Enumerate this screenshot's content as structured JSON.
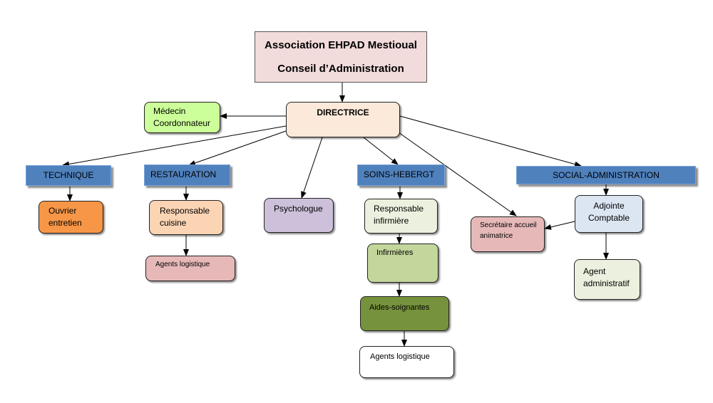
{
  "title": {
    "line1": "Association EHPAD Mestioual",
    "line2": "Conseil d’Administration"
  },
  "nodes": {
    "directrice": "DIRECTRICE",
    "medecin": "Médecin\nCoordonnateur",
    "technique": "TECHNIQUE",
    "restauration": "RESTAURATION",
    "soins": "SOINS-HEBERGT",
    "social": "SOCIAL-ADMINISTRATION",
    "ouvrier": "Ouvrier\nentretien",
    "resp_cuisine": "Responsable\ncuisine",
    "agents_logistique_1": "Agents logistique",
    "psychologue": "Psychologue",
    "resp_infirmiere": "Responsable\ninfirmière",
    "infirmieres": "Infirmières",
    "aides_soignantes": "Aides-soignantes",
    "agents_logistique_2": "Agents logistique",
    "secretaire": "Secrétaire accueil\nanimatrice",
    "adjointe": "Adjointe\nComptable",
    "agent_admin": "Agent\nadministratif"
  },
  "colors": {
    "title_fill": "#f2dcdb",
    "directrice_fill": "#fde9d9",
    "medecin_fill": "#ccff99",
    "header_fill": "#4f81bd",
    "ouvrier_fill": "#f79646",
    "resp_cuisine_fill": "#fbd4b4",
    "agents_logistique_fill": "#e6b9b8",
    "psychologue_fill": "#ccc0da",
    "resp_infirmiere_fill": "#ebf1de",
    "infirmieres_fill": "#c3d69b",
    "aides_soignantes_fill": "#76923c",
    "secretaire_fill": "#e6b9b8",
    "adjointe_fill": "#dce6f2",
    "agent_admin_fill": "#ebf1de"
  }
}
